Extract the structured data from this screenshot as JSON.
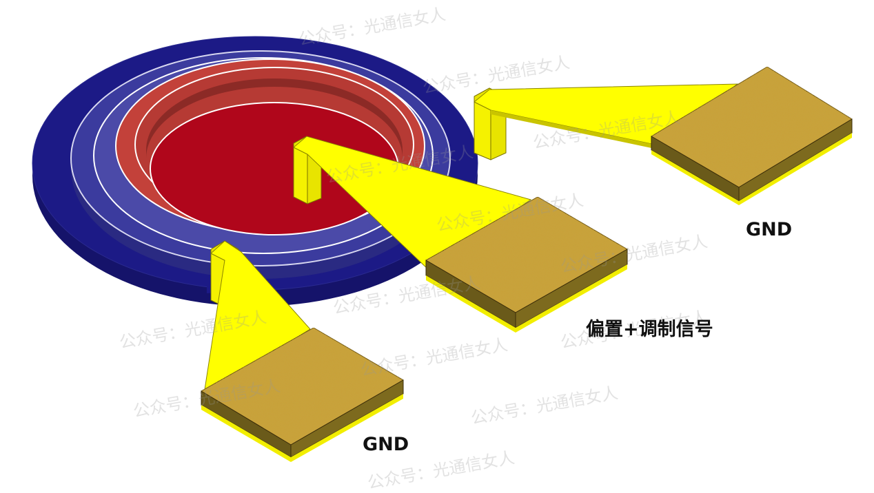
{
  "labels": {
    "gnd_right": "GND",
    "bias_modulation": "偏置+调制信号",
    "gnd_left": "GND"
  },
  "watermark": {
    "text": "公众号：光通信女人"
  },
  "colors": {
    "outer_ring": "#1c1a86",
    "middle_ring": "#3a3a9a",
    "red_ring": "#c3413a",
    "center_disk": "#b0061b",
    "trace": "#ffff00",
    "pad_top": "#c9a13a",
    "background": "#ffffff"
  }
}
